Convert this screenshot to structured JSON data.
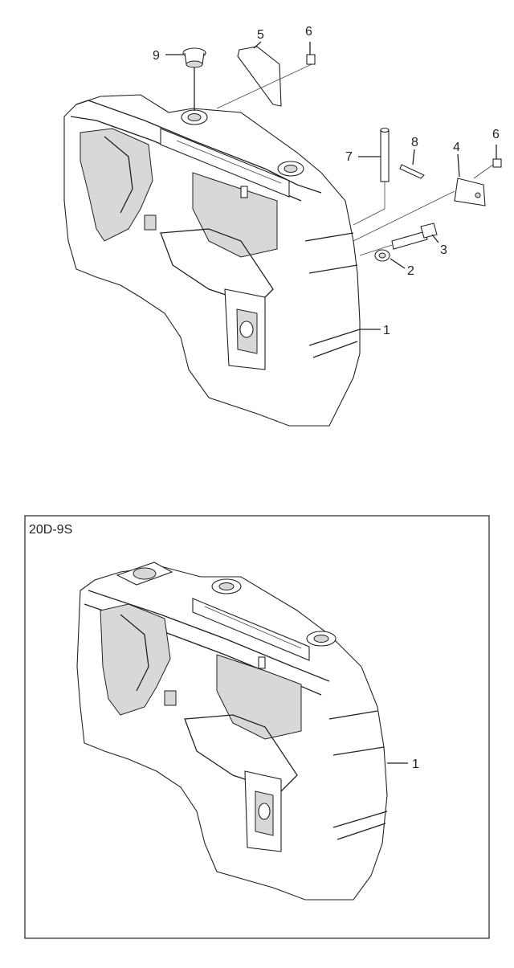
{
  "figure": {
    "variant_label": "20D-9S",
    "callouts": {
      "c1": "1",
      "c2": "2",
      "c3": "3",
      "c4": "4",
      "c5": "5",
      "c6a": "6",
      "c6b": "6",
      "c7": "7",
      "c8": "8",
      "c9": "9",
      "c1b": "1"
    }
  }
}
